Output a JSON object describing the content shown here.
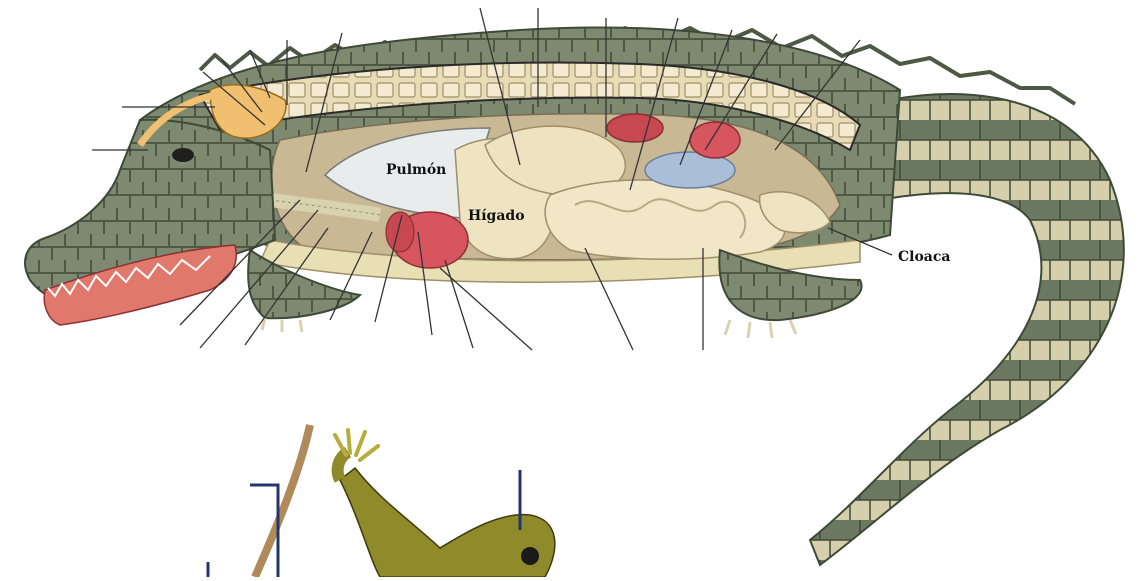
{
  "labels": {
    "lung": "Pulmón",
    "liver": "Hígado",
    "cloaca": "Cloaca"
  },
  "colors": {
    "scales_dark": "#6f7e63",
    "scales_light": "#d9d2ae",
    "belly": "#e8dfb4",
    "lung": "#e9ecec",
    "liver": "#eee4c2",
    "heart": "#d7555e",
    "mouth": "#e0786c",
    "brain": "#f0c070",
    "lizard_body": "#8f8a2a",
    "pointer_line": "#333333",
    "bracket": "#24356e"
  }
}
